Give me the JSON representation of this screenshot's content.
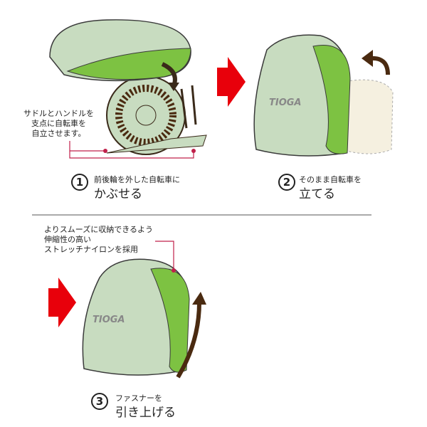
{
  "logo": "TIOGA",
  "step1": {
    "number": "1",
    "line1": "前後輪を外した自転車に",
    "line2": "かぶせる",
    "note": "サドルとハンドルを\n支点に自転車を\n自立させます。"
  },
  "step2": {
    "number": "2",
    "line1": "そのまま自転車を",
    "line2": "立てる"
  },
  "step3": {
    "number": "3",
    "line1": "ファスナーを",
    "line2": "引き上げる",
    "note": "よりスムーズに収納できるよう\n伸縮性の高い\nストレッチナイロンを採用"
  },
  "colors": {
    "cover": "#c8dcc0",
    "accent_green": "#7dc242",
    "arrow_red": "#e8000b",
    "arrow_brown": "#4a2a10",
    "callout": "#c0204a"
  }
}
